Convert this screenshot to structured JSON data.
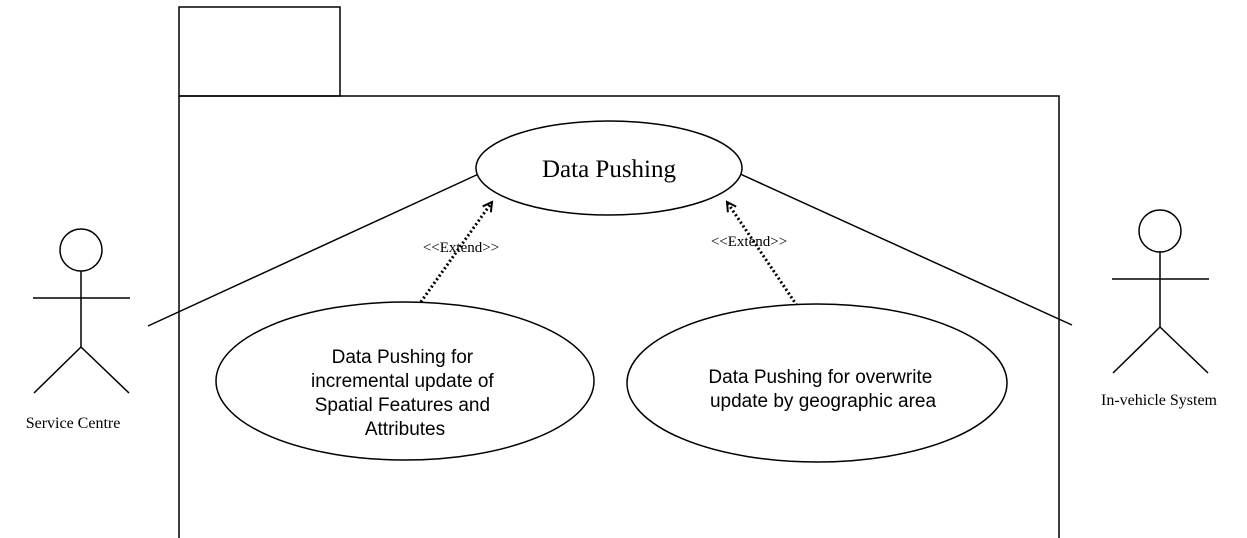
{
  "diagram": {
    "main_use_case": {
      "label": "Data Pushing"
    },
    "extension_left": {
      "lines": [
        "Data Pushing for",
        "incremental update of",
        "Spatial Features and",
        "Attributes"
      ]
    },
    "extension_right": {
      "lines": [
        "Data Pushing for overwrite",
        "update by geographic area"
      ]
    },
    "extend_label_left": "<<Extend>>",
    "extend_label_right": "<<Extend>>",
    "actor_left": {
      "label": "Service Centre"
    },
    "actor_right": {
      "label": "In-vehicle System"
    }
  }
}
